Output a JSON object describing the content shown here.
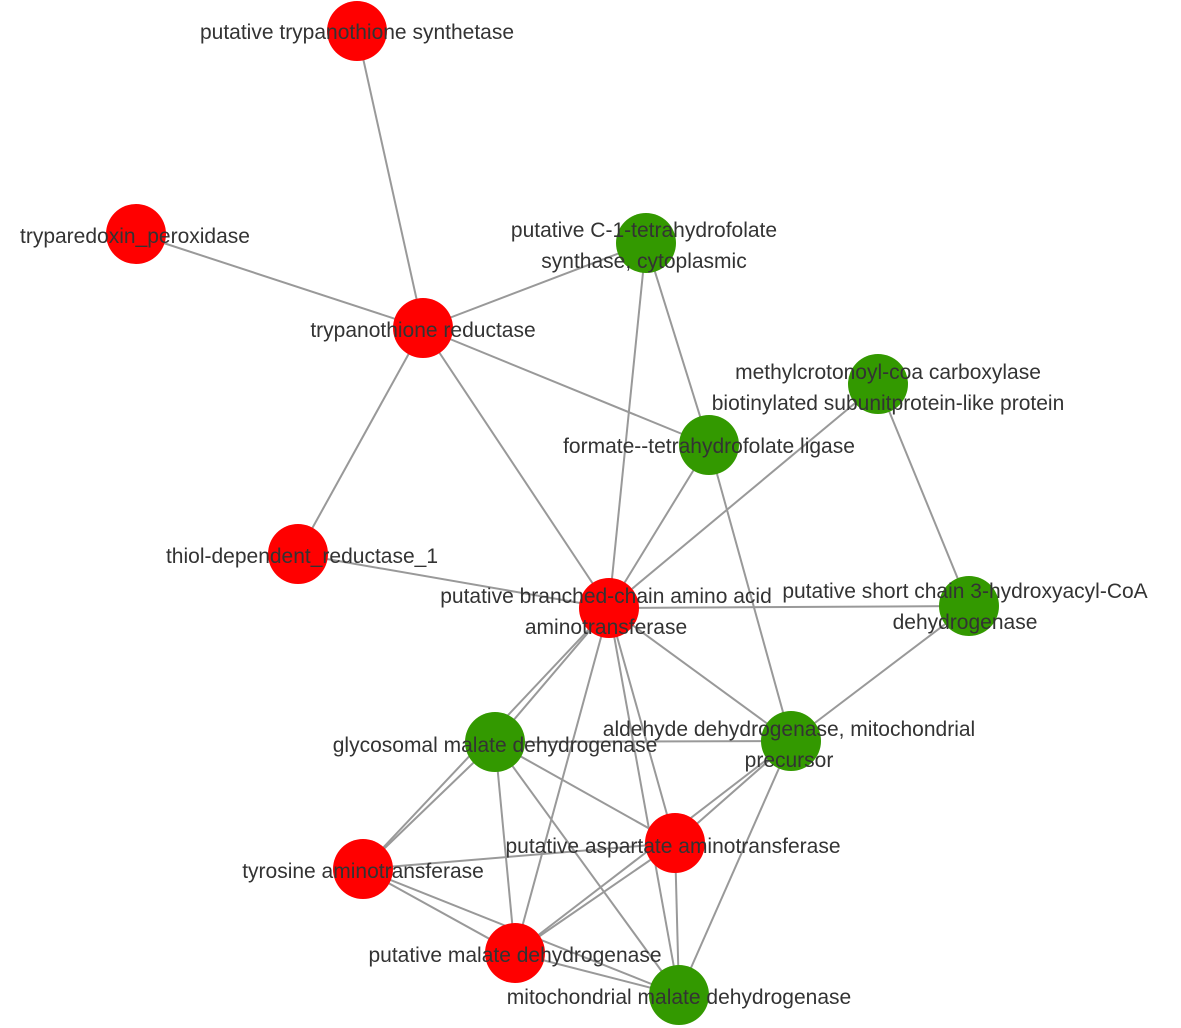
{
  "colors": {
    "up_node": "#ff0000",
    "down_node": "#339900",
    "edge": "#999999",
    "label": "#333333"
  },
  "nodes": [
    {
      "id": "n1",
      "name": "node-putative-trypanothione-synthetase",
      "group": "red",
      "lines": [
        "putative trypanothione synthetase"
      ]
    },
    {
      "id": "n2",
      "name": "node-tryparedoxin-peroxidase",
      "group": "red",
      "lines": [
        "tryparedoxin_peroxidase"
      ]
    },
    {
      "id": "n3",
      "name": "node-trypanothione-reductase",
      "group": "red",
      "lines": [
        "trypanothione reductase"
      ]
    },
    {
      "id": "n4",
      "name": "node-c1-tetrahydrofolate-synthase",
      "group": "green",
      "lines": [
        "putative C-1-tetrahydrofolate",
        "synthase, cytoplasmic"
      ]
    },
    {
      "id": "n5",
      "name": "node-methylcrotonoyl-coa-carboxylase",
      "group": "green",
      "lines": [
        "methylcrotonoyl-coa carboxylase",
        "biotinylated subunitprotein-like protein"
      ]
    },
    {
      "id": "n6",
      "name": "node-formate-tetrahydrofolate-ligase",
      "group": "green",
      "lines": [
        "formate--tetrahydrofolate ligase"
      ]
    },
    {
      "id": "n7",
      "name": "node-thiol-dependent-reductase-1",
      "group": "red",
      "lines": [
        "thiol-dependent_reductase_1"
      ]
    },
    {
      "id": "n8",
      "name": "node-branched-chain-aminotransferase",
      "group": "red",
      "lines": [
        "putative branched-chain amino acid",
        "aminotransferase"
      ]
    },
    {
      "id": "n9",
      "name": "node-short-chain-hydroxyacyl-coa-dehydrogenase",
      "group": "green",
      "lines": [
        "putative short chain 3-hydroxyacyl-CoA",
        "dehydrogenase"
      ]
    },
    {
      "id": "n10",
      "name": "node-glycosomal-malate-dehydrogenase",
      "group": "green",
      "lines": [
        "glycosomal malate dehydrogenase"
      ]
    },
    {
      "id": "n11",
      "name": "node-aldehyde-dehydrogenase",
      "group": "green",
      "lines": [
        "aldehyde dehydrogenase, mitochondrial",
        "precursor"
      ]
    },
    {
      "id": "n12",
      "name": "node-putative-aspartate-aminotransferase",
      "group": "red",
      "lines": [
        "putative aspartate aminotransferase"
      ]
    },
    {
      "id": "n13",
      "name": "node-tyrosine-aminotransferase",
      "group": "red",
      "lines": [
        "tyrosine aminotransferase"
      ]
    },
    {
      "id": "n14",
      "name": "node-putative-malate-dehydrogenase",
      "group": "red",
      "lines": [
        "putative malate dehydrogenase"
      ]
    },
    {
      "id": "n15",
      "name": "node-mitochondrial-malate-dehydrogenase",
      "group": "green",
      "lines": [
        "mitochondrial malate dehydrogenase"
      ]
    }
  ],
  "edges": [
    [
      "n1",
      "n3"
    ],
    [
      "n2",
      "n3"
    ],
    [
      "n3",
      "n4"
    ],
    [
      "n3",
      "n6"
    ],
    [
      "n3",
      "n7"
    ],
    [
      "n3",
      "n8"
    ],
    [
      "n4",
      "n6"
    ],
    [
      "n4",
      "n8"
    ],
    [
      "n5",
      "n8"
    ],
    [
      "n5",
      "n9"
    ],
    [
      "n6",
      "n8"
    ],
    [
      "n6",
      "n11"
    ],
    [
      "n7",
      "n8"
    ],
    [
      "n8",
      "n9"
    ],
    [
      "n8",
      "n10"
    ],
    [
      "n8",
      "n11"
    ],
    [
      "n8",
      "n12"
    ],
    [
      "n8",
      "n13"
    ],
    [
      "n8",
      "n14"
    ],
    [
      "n8",
      "n15"
    ],
    [
      "n9",
      "n11"
    ],
    [
      "n10",
      "n11"
    ],
    [
      "n10",
      "n12"
    ],
    [
      "n10",
      "n13"
    ],
    [
      "n10",
      "n14"
    ],
    [
      "n10",
      "n15"
    ],
    [
      "n11",
      "n12"
    ],
    [
      "n11",
      "n14"
    ],
    [
      "n11",
      "n15"
    ],
    [
      "n12",
      "n13"
    ],
    [
      "n12",
      "n14"
    ],
    [
      "n12",
      "n15"
    ],
    [
      "n13",
      "n14"
    ],
    [
      "n13",
      "n15"
    ],
    [
      "n14",
      "n15"
    ]
  ]
}
